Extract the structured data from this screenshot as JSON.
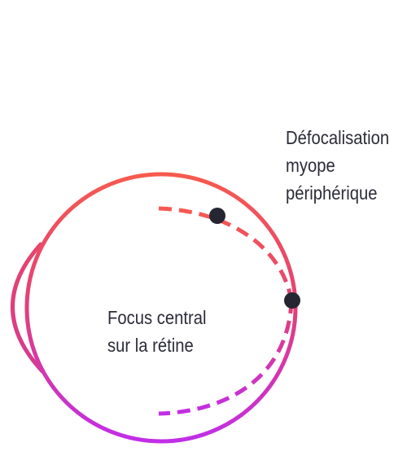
{
  "labels": {
    "peripheral": [
      "Défocalisation",
      "myope",
      "périphérique"
    ],
    "central": [
      "Focus central",
      "sur la rétine"
    ]
  },
  "colors": {
    "gradient_top": "#f75a4e",
    "gradient_mid": "#e2407a",
    "gradient_bottom": "#c12ee8",
    "focus_point": "#262633",
    "text": "#2c2c3a"
  }
}
